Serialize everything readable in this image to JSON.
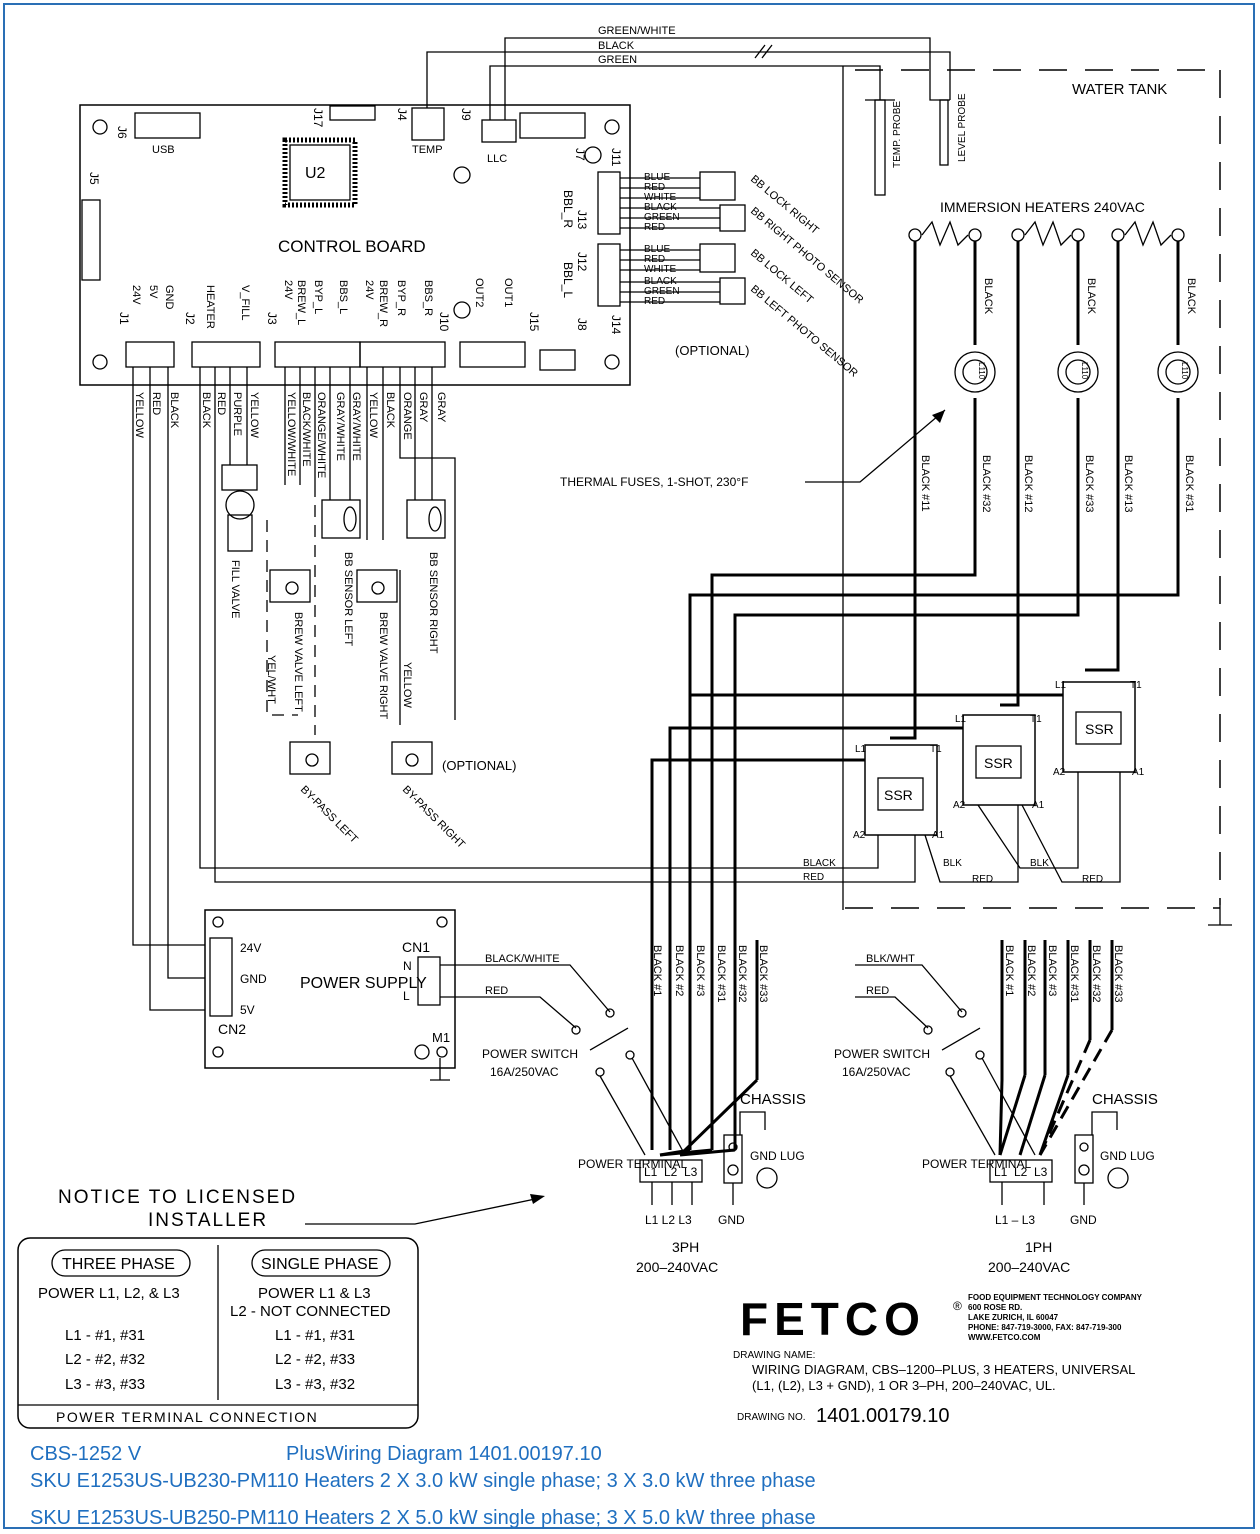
{
  "board": {
    "title": "CONTROL BOARD",
    "chip": "U2",
    "usb_label": "USB",
    "temp_label": "TEMP",
    "llc_label": "LLC",
    "connectors": [
      "J1",
      "J2",
      "J3",
      "J4",
      "J5",
      "J6",
      "J7",
      "J8",
      "J9",
      "J10",
      "J11",
      "J12",
      "J13",
      "J14",
      "J15",
      "J17"
    ],
    "j1_pins": [
      "24V",
      "5V",
      "GND"
    ],
    "j2_pins": [
      "HEATER",
      "V_FILL"
    ],
    "j3_pins": [
      "24V",
      "BREW_L",
      "BYP_L",
      "BBS_L",
      "24V",
      "BREW_R",
      "BYP_R",
      "BBS_R"
    ],
    "j15_pins": [
      "OUT2",
      "OUT1"
    ],
    "bbl_r": "BBL_R",
    "bbl_l": "BBL_L"
  },
  "probe_wires": [
    "GREEN/WHITE",
    "BLACK",
    "GREEN"
  ],
  "tank": {
    "label": "WATER TANK",
    "temp_probe": "TEMP. PROBE",
    "level_probe": "LEVEL PROBE",
    "heaters_label": "IMMERSION HEATERS 240VAC",
    "fuse_label": "L110",
    "heater_wires_top": [
      "BLACK",
      "BLACK",
      "BLACK"
    ],
    "heater_wires_numbered": [
      "BLACK #11",
      "BLACK #32",
      "BLACK #12",
      "BLACK #33",
      "BLACK #13",
      "BLACK #31"
    ],
    "thermal_fuses": "THERMAL FUSES, 1-SHOT, 230°F"
  },
  "bb_locks": {
    "right_wires": [
      "BLUE",
      "RED",
      "WHITE",
      "BLACK",
      "GREEN",
      "RED"
    ],
    "left_wires": [
      "BLUE",
      "RED",
      "WHITE",
      "BLACK",
      "GREEN",
      "RED"
    ],
    "labels": [
      "BB LOCK RIGHT",
      "BB RIGHT PHOTO SENSOR",
      "BB LOCK LEFT",
      "BB LEFT PHOTO SENSOR"
    ],
    "optional": "(OPTIONAL)"
  },
  "lower_wires": {
    "j1": [
      "YELLOW",
      "RED",
      "BLACK"
    ],
    "j2": [
      "BLACK",
      "RED",
      "PURPLE",
      "YELLOW"
    ],
    "j3": [
      "YELLOW/WHITE",
      "BLACK/WHITE",
      "ORANGE/WHITE",
      "GRAY/WHITE",
      "GRAY/WHITE",
      "YELLOW",
      "BLACK",
      "ORANGE",
      "GRAY",
      "GRAY"
    ],
    "yel_wht": "YEL/WHT",
    "yellow": "YELLOW"
  },
  "components": {
    "fill_valve": "FILL VALVE",
    "brew_left": "BREW VALVE LEFT",
    "brew_right": "BREW VALVE RIGHT",
    "sensor_left": "BB SENSOR LEFT",
    "sensor_right": "BB SENSOR RIGHT",
    "bypass_left": "BY-PASS LEFT",
    "bypass_right": "BY-PASS RIGHT",
    "optional": "(OPTIONAL)"
  },
  "ssr": {
    "label": "SSR",
    "l1": "L1",
    "t1": "T1",
    "a1": "A1",
    "a2": "A2",
    "wires": [
      "BLACK",
      "RED",
      "BLK",
      "RED",
      "BLK",
      "RED"
    ]
  },
  "power_supply": {
    "title": "POWER SUPPLY",
    "cn1": "CN1",
    "cn2": "CN2",
    "m1": "M1",
    "pins_out": [
      "24V",
      "GND",
      "5V"
    ],
    "pins_in": [
      "N",
      "L"
    ]
  },
  "three_phase": {
    "wires_in": [
      "BLACK/WHITE",
      "RED"
    ],
    "switch": "POWER SWITCH",
    "switch_rating": "16A/250VAC",
    "black_wires": [
      "BLACK #1",
      "BLACK #2",
      "BLACK #3",
      "BLACK #31",
      "BLACK #32",
      "BLACK #33"
    ],
    "chassis": "CHASSIS",
    "terminal": "POWER TERMINAL",
    "terminals": [
      "L1",
      "L2",
      "L3"
    ],
    "gnd_lug": "GND LUG",
    "bottom": "L1 L2 L3",
    "gnd": "GND",
    "phase": "3PH",
    "voltage": "200–240VAC"
  },
  "single_phase": {
    "wires_in": [
      "BLK/WHT",
      "RED"
    ],
    "switch": "POWER SWITCH",
    "switch_rating": "16A/250VAC",
    "black_wires": [
      "BLACK #1",
      "BLACK #2",
      "BLACK #3",
      "BLACK #31",
      "BLACK #32",
      "BLACK #33"
    ],
    "chassis": "CHASSIS",
    "terminal": "POWER TERMINAL",
    "terminals": [
      "L1",
      "L2",
      "L3"
    ],
    "gnd_lug": "GND LUG",
    "bottom": "L1 – L3",
    "gnd": "GND",
    "phase": "1PH",
    "voltage": "200–240VAC"
  },
  "notice": {
    "title_line1": "NOTICE TO LICENSED",
    "title_line2": "INSTALLER",
    "three_phase_head": "THREE PHASE",
    "single_phase_head": "SINGLE PHASE",
    "three_phase_rows": [
      "POWER L1, L2, & L3",
      "",
      "L1 - #1, #31",
      "L2 - #2, #32",
      "L3 - #3, #33"
    ],
    "single_phase_rows": [
      "POWER L1 & L3",
      "L2 - NOT CONNECTED",
      "L1 - #1, #31",
      "L2 - #2, #33",
      "L3 - #3, #32"
    ],
    "footer": "POWER TERMINAL CONNECTION"
  },
  "company": {
    "logo": "FETCO",
    "reg": "®",
    "name": "FOOD EQUIPMENT TECHNOLOGY COMPANY",
    "address1": "600 ROSE RD.",
    "address2": "LAKE ZURICH, IL 60047",
    "phone": "PHONE: 847-719-3000, FAX: 847-719-300",
    "web": "WWW.FETCO.COM"
  },
  "drawing": {
    "name_label": "DRAWING NAME:",
    "name_line1": "WIRING DIAGRAM, CBS–1200–PLUS, 3 HEATERS, UNIVERSAL",
    "name_line2": "(L1, (L2), L3 + GND), 1 OR 3–PH, 200–240VAC, UL.",
    "number_label": "DRAWING NO.",
    "number": "1401.00179.10"
  },
  "footer": {
    "line1_a": "CBS-1252 V",
    "line1_b": "PlusWiring Diagram 1401.00197.10",
    "line2": "SKU E1253US-UB230-PM110 Heaters 2 X 3.0 kW single phase; 3 X 3.0 kW three phase",
    "line3": "SKU E1253US-UB250-PM110 Heaters 2 X 5.0 kW single phase; 3 X 5.0 kW three phase"
  },
  "colors": {
    "frame": "#2a6fb5",
    "footer_text": "#1f6fc0",
    "ink": "#000000"
  }
}
